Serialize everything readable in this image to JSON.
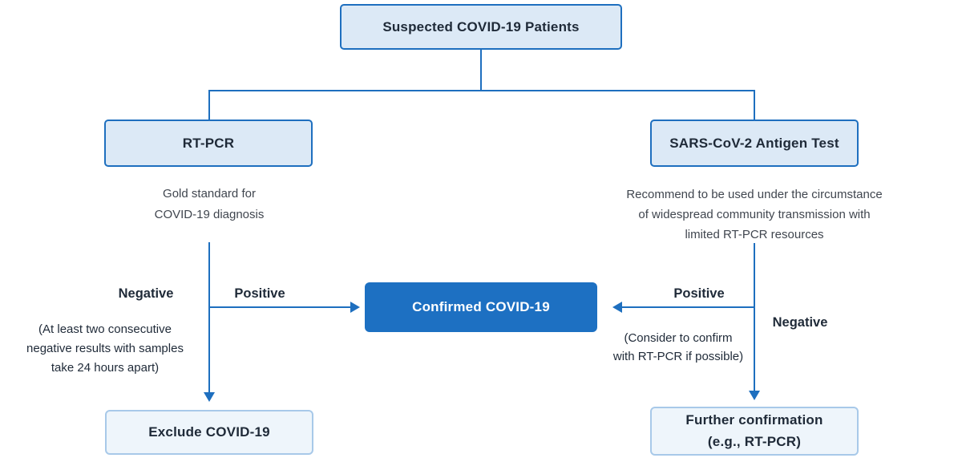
{
  "colors": {
    "line": "#1e6fbf",
    "box_fill": "#dce9f6",
    "soft_fill": "#eef5fb",
    "soft_border": "#a8c9e9",
    "primary_fill": "#1d70c2",
    "title_text": "#1f2a38",
    "body_text": "#40464f"
  },
  "nodes": {
    "suspected": {
      "label": "Suspected COVID-19 Patients"
    },
    "rtpcr": {
      "label": "RT-PCR",
      "note_lines": [
        "Gold standard for",
        "COVID-19 diagnosis"
      ]
    },
    "antigen": {
      "label": "SARS-CoV-2 Antigen Test",
      "note_lines": [
        "Recommend to be used under the circumstance",
        "of widespread community transmission with",
        "limited RT-PCR resources"
      ]
    },
    "confirmed": {
      "label": "Confirmed COVID-19"
    },
    "exclude": {
      "label": "Exclude COVID-19"
    },
    "further": {
      "label_lines": [
        "Further confirmation",
        "(e.g., RT-PCR)"
      ]
    }
  },
  "edges": {
    "left_negative": {
      "label": "Negative",
      "note_lines": [
        "(At least two consecutive",
        "negative results with samples",
        "take 24 hours apart)"
      ]
    },
    "left_positive": {
      "label": "Positive"
    },
    "right_positive": {
      "label": "Positive",
      "note_lines": [
        "(Consider to confirm",
        "with RT-PCR if possible)"
      ]
    },
    "right_negative": {
      "label": "Negative"
    }
  }
}
